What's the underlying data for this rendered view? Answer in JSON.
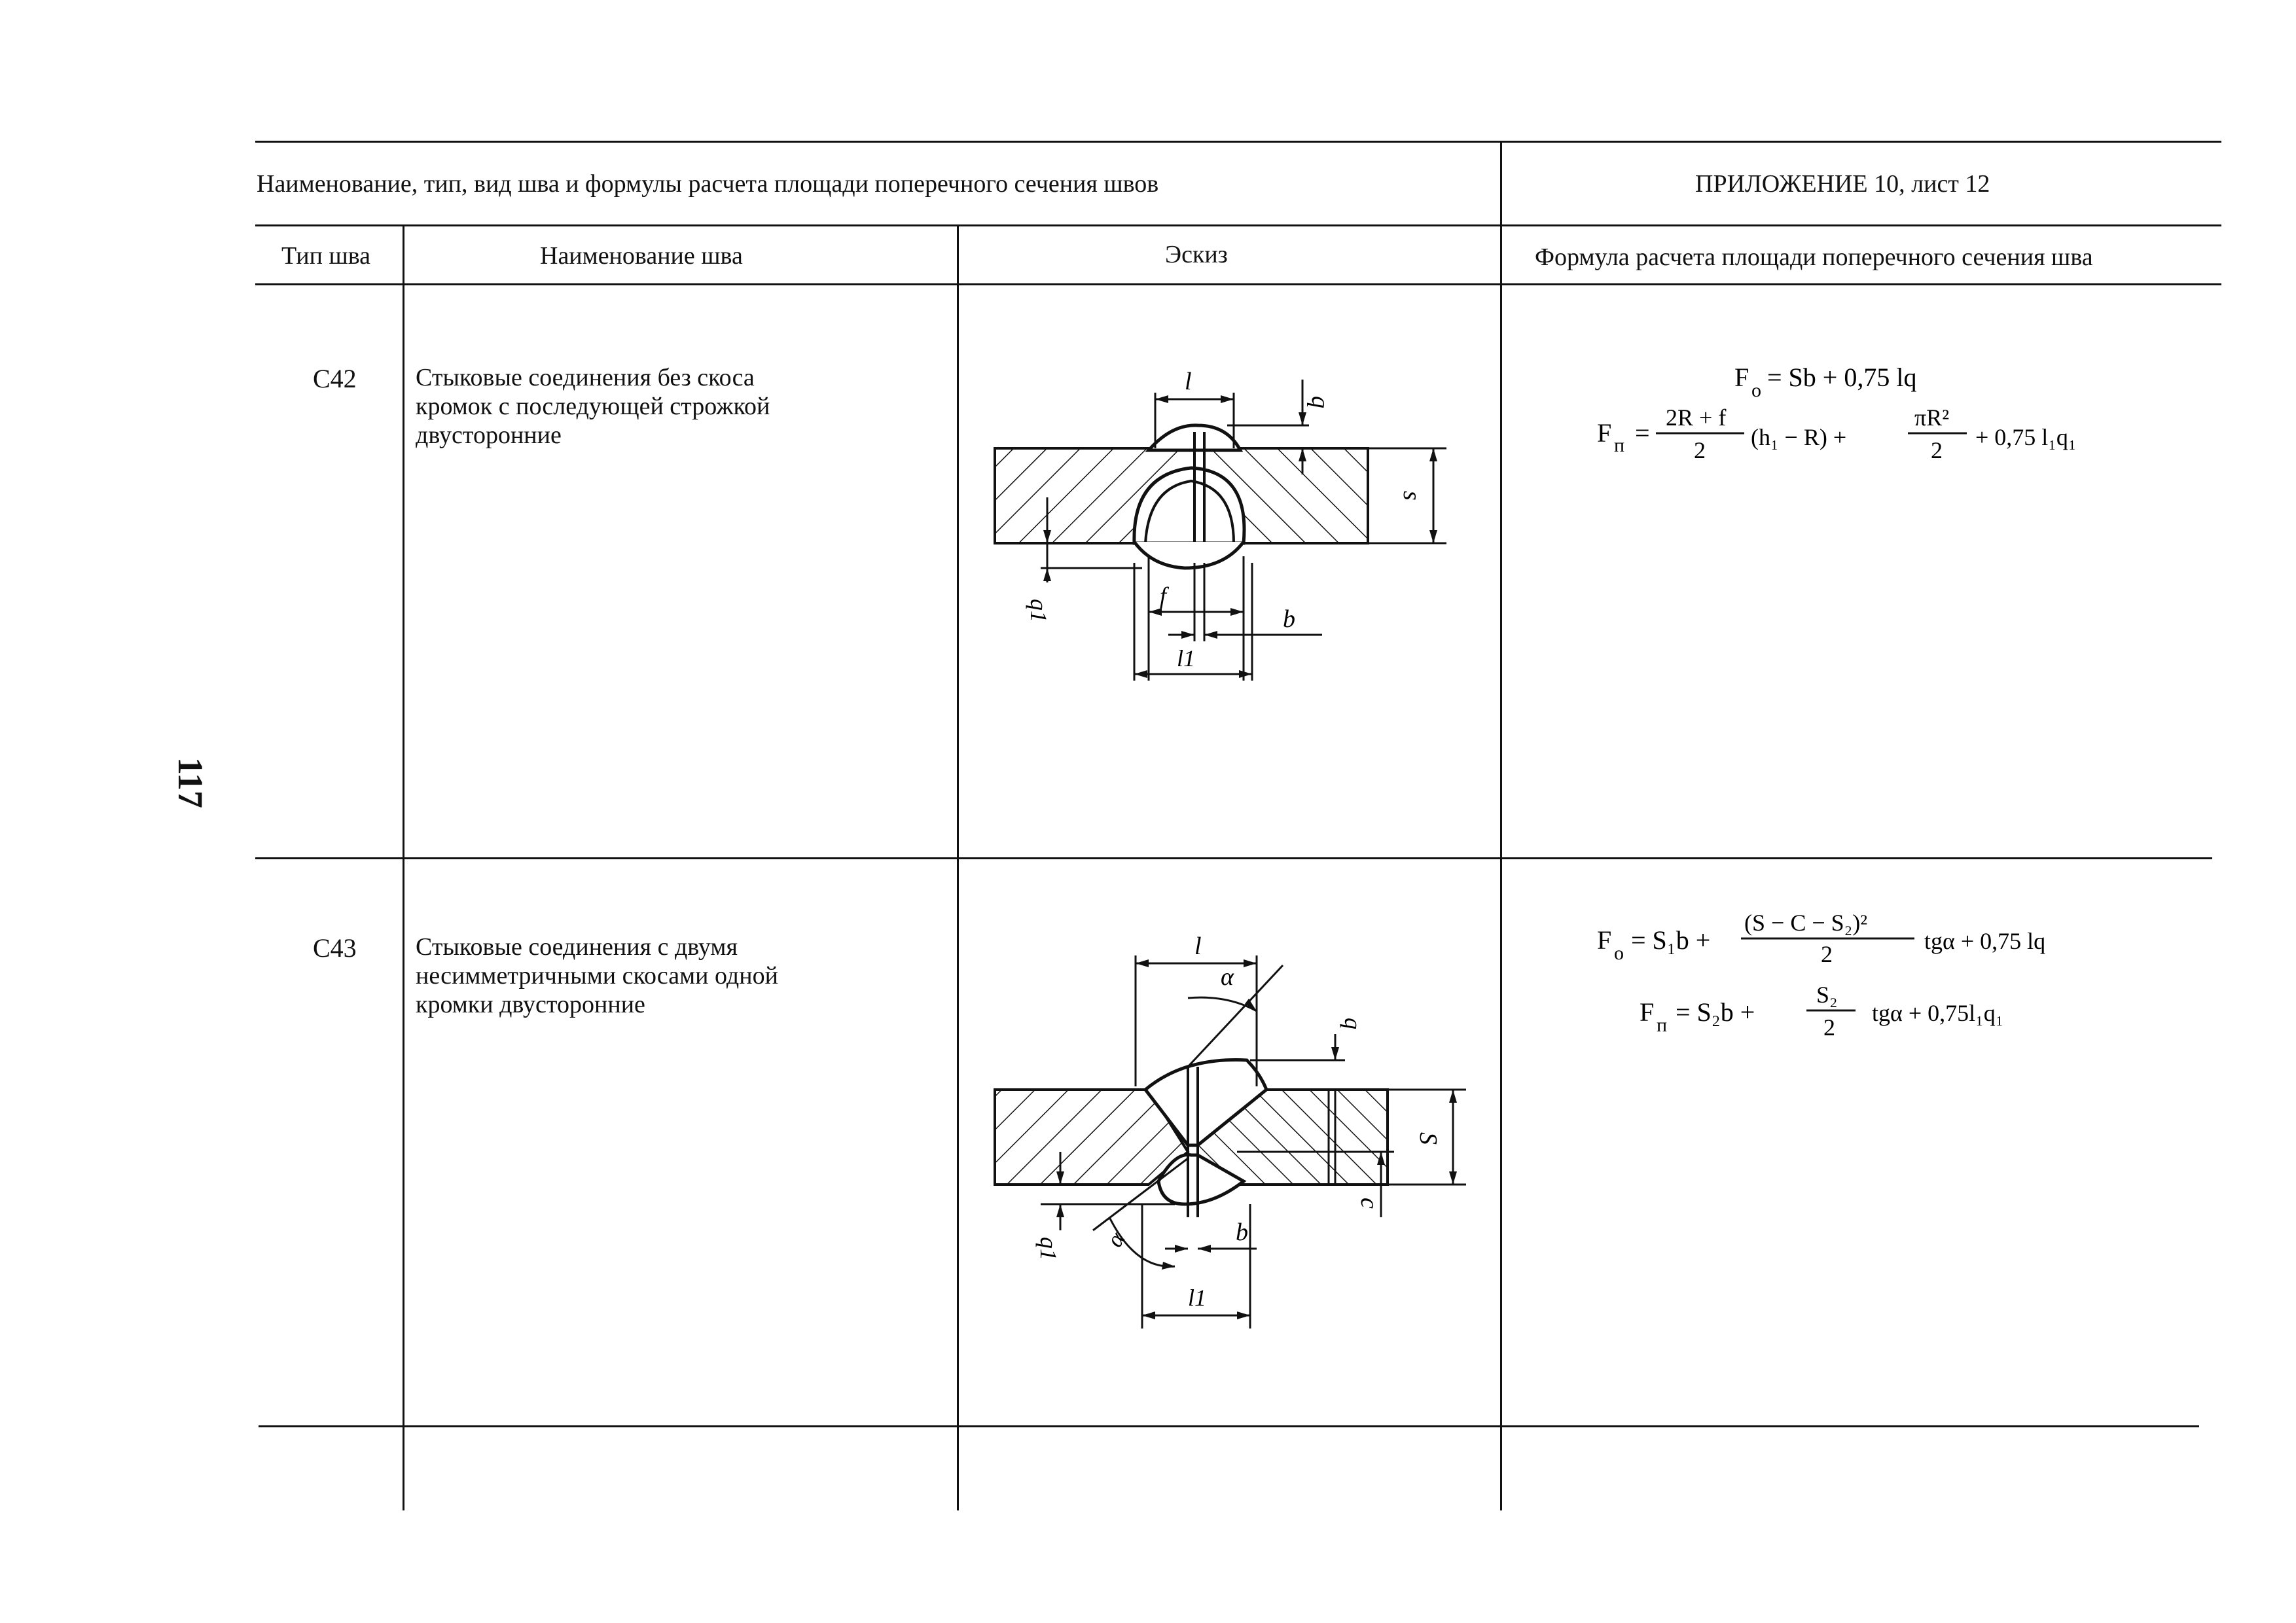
{
  "header": {
    "title": "Наименование, тип, вид шва и формулы расчета площади поперечного сечения швов",
    "appendix": "ПРИЛОЖЕНИЕ 10, лист 12"
  },
  "columns": {
    "type": "Тип шва",
    "name": "Наименование шва",
    "sketch": "Эскиз",
    "formula": "Формула расчета площади поперечного сечения шва"
  },
  "page_number": "117",
  "rows": [
    {
      "code": "С42",
      "name_lines": [
        "Стыковые соединения без скоса",
        "кромок с последующей строжкой",
        "двусторонние"
      ],
      "sketch_labels": {
        "l": "l",
        "q": "q",
        "s": "s",
        "q1": "q1",
        "f": "f",
        "b": "b",
        "l1": "l1"
      },
      "formula": {
        "fo_lhs": "F",
        "fo_sub": "о",
        "fo_rhs": "= Sb + 0,75 lq",
        "fp_lhs": "F",
        "fp_sub": "п",
        "fp_num1": "2R + f",
        "fp_den1": "2",
        "fp_mid": "(h₁ − R) +",
        "fp_num2": "πR²",
        "fp_den2": "2",
        "fp_tail": "+ 0,75 l₁q₁"
      }
    },
    {
      "code": "С43",
      "name_lines": [
        "Стыковые соединения с двумя",
        "несимметричными скосами одной",
        "кромки двусторонние"
      ],
      "sketch_labels": {
        "l": "l",
        "alpha": "α",
        "q": "q",
        "s": "S",
        "c": "c",
        "q1": "q1",
        "alpha2": "α",
        "b": "b",
        "l1": "l1"
      },
      "formula": {
        "fo_lhs": "F",
        "fo_sub": "о",
        "fo_mid": "= S₁b +",
        "fo_num": "(S − C − S₂)²",
        "fo_den": "2",
        "fo_tail": "tgα + 0,75 lq",
        "fp_lhs": "F",
        "fp_sub": "п",
        "fp_mid": "= S₂b +",
        "fp_num": "S₂",
        "fp_den": "2",
        "fp_tail": "tgα + 0,75l₁q₁"
      }
    }
  ]
}
